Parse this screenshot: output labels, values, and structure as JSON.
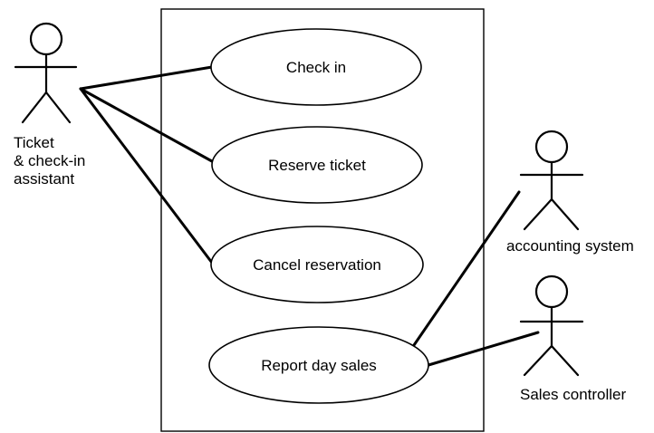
{
  "diagram": {
    "use_cases": [
      {
        "label": "Check in"
      },
      {
        "label": "Reserve ticket"
      },
      {
        "label": "Cancel reservation"
      },
      {
        "label": "Report day sales"
      }
    ],
    "actors": {
      "ticket_assistant": {
        "label_lines": [
          "Ticket",
          "& check-in",
          "assistant"
        ]
      },
      "accounting_system": {
        "label": "accounting system"
      },
      "sales_controller": {
        "label": "Sales controller"
      }
    },
    "colors": {
      "stroke": "#000000",
      "background": "#ffffff"
    }
  }
}
